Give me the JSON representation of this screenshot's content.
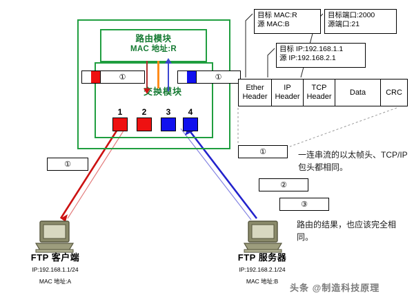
{
  "diagram": {
    "title": "Router and switch packet forwarding diagram"
  },
  "device": {
    "routing_module": {
      "title": "路由模块",
      "mac": "MAC 地址:R"
    },
    "switch_module": {
      "title": "交换模块"
    },
    "ports": [
      {
        "number": "1",
        "color": "#ee1111"
      },
      {
        "number": "2",
        "color": "#ee1111"
      },
      {
        "number": "3",
        "color": "#1111ee"
      },
      {
        "number": "4",
        "color": "#1111ee"
      }
    ],
    "wire_bars": [
      {
        "id": "left",
        "payload_color": "#ee1111",
        "cell_label": "①"
      },
      {
        "id": "right",
        "payload_color": "#1111ee",
        "cell_label": "①"
      }
    ]
  },
  "callouts": {
    "mac": {
      "line1": "目标 MAC:R",
      "line2": "源 MAC:B"
    },
    "port": {
      "line1": "目标端口:2000",
      "line2": "源端口:21"
    },
    "ip": {
      "line1": "目标 IP:192.168.1.1",
      "line2": "源 IP:192.168.2.1"
    }
  },
  "packet_table": {
    "cells": [
      {
        "line1": "Ether",
        "line2": "Header",
        "width": 47
      },
      {
        "line1": "IP",
        "line2": "Header",
        "width": 45
      },
      {
        "line1": "TCP",
        "line2": "Header",
        "width": 45
      },
      {
        "line1": "Data",
        "line2": "",
        "width": 65
      },
      {
        "line1": "CRC",
        "line2": "",
        "width": 38
      }
    ]
  },
  "number_boxes": {
    "left": "①",
    "one": "①",
    "two": "②",
    "three": "③"
  },
  "notes": {
    "top": "一连串流的以太帧头、TCP/IP包头都相同。",
    "bottom": "路由的结果，也应该完全相同。"
  },
  "hosts": {
    "client": {
      "name": "FTP 客户端",
      "ip": "IP:192.168.1.1/24",
      "mac": "MAC 地址:A"
    },
    "server": {
      "name": "FTP 服务器",
      "ip": "IP:192.168.2.1/24",
      "mac": "MAC 地址:B"
    }
  },
  "watermark": {
    "text": "头条 @制造科技原理"
  },
  "colors": {
    "green": "#1f9e3f",
    "red": "#ee1111",
    "blue": "#1111ee",
    "orange": "#ff8c1a"
  }
}
